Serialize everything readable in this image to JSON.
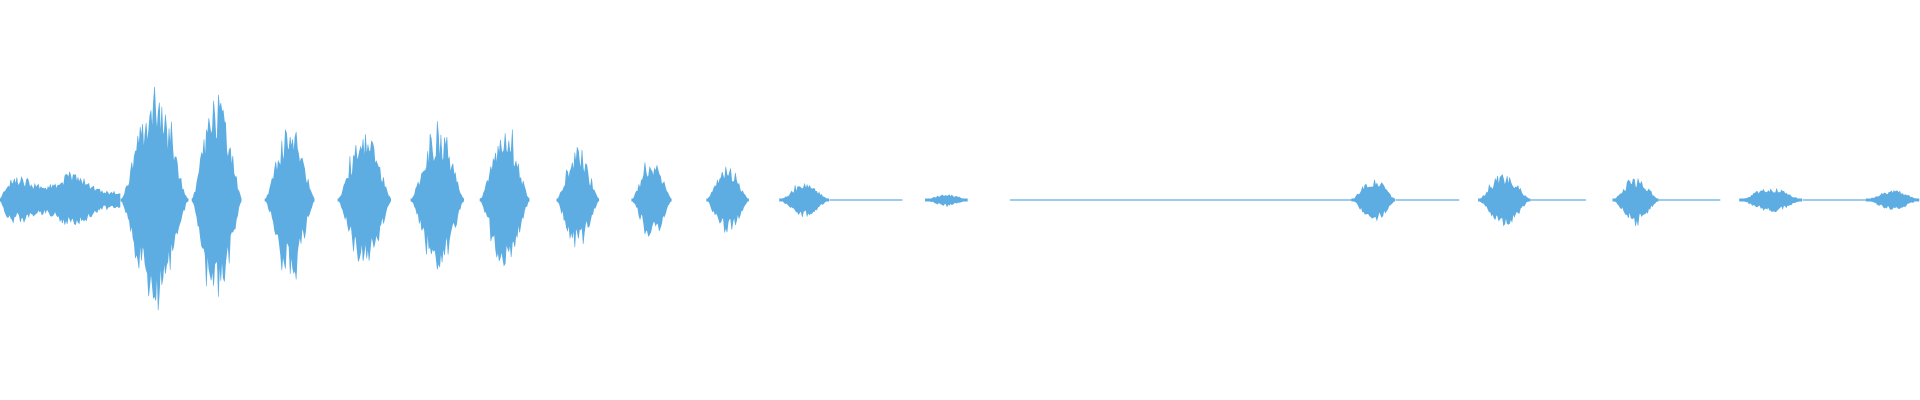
{
  "waveform": {
    "color": "#5dade2",
    "bursts": [
      {
        "start": 0.0,
        "end": 0.063,
        "peak": 0.15
      },
      {
        "start": 0.063,
        "end": 0.098,
        "peak": 0.53
      },
      {
        "start": 0.1,
        "end": 0.126,
        "peak": 0.54
      },
      {
        "start": 0.138,
        "end": 0.164,
        "peak": 0.38
      },
      {
        "start": 0.176,
        "end": 0.204,
        "peak": 0.35
      },
      {
        "start": 0.214,
        "end": 0.242,
        "peak": 0.35
      },
      {
        "start": 0.25,
        "end": 0.276,
        "peak": 0.35
      },
      {
        "start": 0.29,
        "end": 0.312,
        "peak": 0.25
      },
      {
        "start": 0.329,
        "end": 0.35,
        "peak": 0.2
      },
      {
        "start": 0.368,
        "end": 0.39,
        "peak": 0.17
      },
      {
        "start": 0.406,
        "end": 0.432,
        "peak": 0.08
      },
      {
        "start": 0.482,
        "end": 0.504,
        "peak": 0.03
      },
      {
        "start": 0.704,
        "end": 0.727,
        "peak": 0.11
      },
      {
        "start": 0.77,
        "end": 0.797,
        "peak": 0.13
      },
      {
        "start": 0.84,
        "end": 0.864,
        "peak": 0.11
      },
      {
        "start": 0.906,
        "end": 0.939,
        "peak": 0.06
      },
      {
        "start": 0.972,
        "end": 1.0,
        "peak": 0.05
      }
    ],
    "baseline_segments": [
      {
        "start": 0.432,
        "end": 0.47
      },
      {
        "start": 0.526,
        "end": 0.704
      },
      {
        "start": 0.727,
        "end": 0.76
      },
      {
        "start": 0.797,
        "end": 0.826
      },
      {
        "start": 0.864,
        "end": 0.896
      },
      {
        "start": 0.939,
        "end": 0.972
      }
    ]
  }
}
